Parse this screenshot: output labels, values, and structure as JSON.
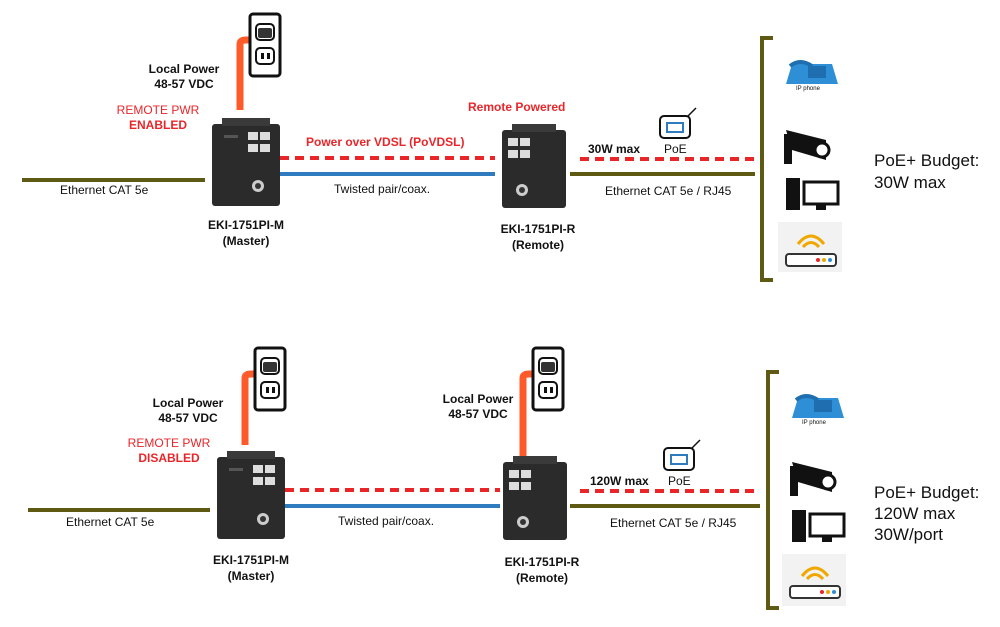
{
  "colors": {
    "ethernet": "#5e5a14",
    "coax": "#2e7bbf",
    "power": "#e8262a",
    "cord": "#ff5a2a",
    "device": "#2b2b2b",
    "bracket": "#5e5a14"
  },
  "top": {
    "local_power": "Local Power",
    "voltage": "48-57 VDC",
    "remote_pwr": "REMOTE PWR",
    "remote_state": "ENABLED",
    "remote_powered": "Remote Powered",
    "povdsl": "Power over VDSL (PoVDSL)",
    "ethernet_left": "Ethernet CAT 5e",
    "twisted": "Twisted pair/coax.",
    "master_name": "EKI-1751PI-M",
    "master_role": "(Master)",
    "remote_name": "EKI-1751PI-R",
    "remote_role": "(Remote)",
    "poe_max": "30W max",
    "poe_label": "PoE",
    "ethernet_right": "Ethernet  CAT 5e / RJ45",
    "ip_phone": "IP phone",
    "budget_line1": "PoE+ Budget:",
    "budget_line2": "30W max"
  },
  "bottom": {
    "master_local_power": "Local Power",
    "master_voltage": "48-57 VDC",
    "remote_pwr": "REMOTE PWR",
    "remote_state": "DISABLED",
    "remote_local_power": "Local Power",
    "remote_voltage": "48-57 VDC",
    "ethernet_left": "Ethernet CAT 5e",
    "twisted": "Twisted pair/coax.",
    "master_name": "EKI-1751PI-M",
    "master_role": "(Master)",
    "remote_name": "EKI-1751PI-R",
    "remote_role": "(Remote)",
    "poe_max": "120W max",
    "poe_label": "PoE",
    "ethernet_right": "Ethernet  CAT 5e / RJ45",
    "ip_phone": "IP phone",
    "budget_line1": "PoE+ Budget:",
    "budget_line2": "120W max",
    "budget_line3": "30W/port"
  }
}
